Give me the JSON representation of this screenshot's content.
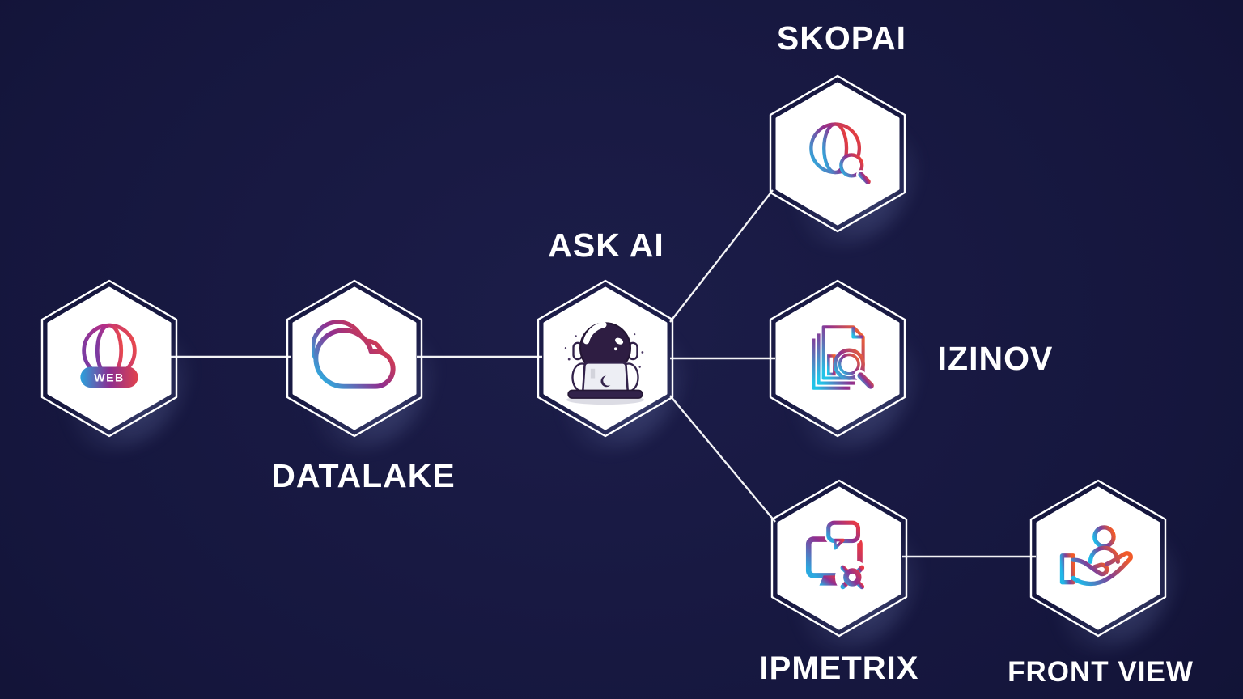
{
  "diagram": {
    "nodes": [
      {
        "id": "web",
        "label": "WEB",
        "icon": "globe-web-icon"
      },
      {
        "id": "datalake",
        "label": "DATALAKE",
        "icon": "cloud-icon"
      },
      {
        "id": "askai",
        "label": "ASK AI",
        "icon": "astronaut-laptop-icon"
      },
      {
        "id": "skopai",
        "label": "SKOPAI",
        "icon": "globe-search-icon"
      },
      {
        "id": "izinov",
        "label": "IZINOV",
        "icon": "document-search-icon"
      },
      {
        "id": "ipmetrix",
        "label": "IPMETRIX",
        "icon": "monitor-gear-icon"
      },
      {
        "id": "frontview",
        "label": "FRONT VIEW",
        "icon": "hand-person-icon"
      }
    ],
    "connections": [
      {
        "from": "web",
        "to": "datalake"
      },
      {
        "from": "datalake",
        "to": "askai"
      },
      {
        "from": "askai",
        "to": "skopai"
      },
      {
        "from": "askai",
        "to": "izinov"
      },
      {
        "from": "askai",
        "to": "ipmetrix"
      },
      {
        "from": "ipmetrix",
        "to": "frontview"
      }
    ],
    "colors": {
      "background": "#15163d",
      "hexagon_fill": "#ffffff",
      "hexagon_outline": "#ffffff",
      "connector": "#ffffff",
      "label_text": "#ffffff",
      "gradient_cyan": "#29b2e3",
      "gradient_purple": "#8f2f90",
      "gradient_red": "#ee4036"
    }
  }
}
